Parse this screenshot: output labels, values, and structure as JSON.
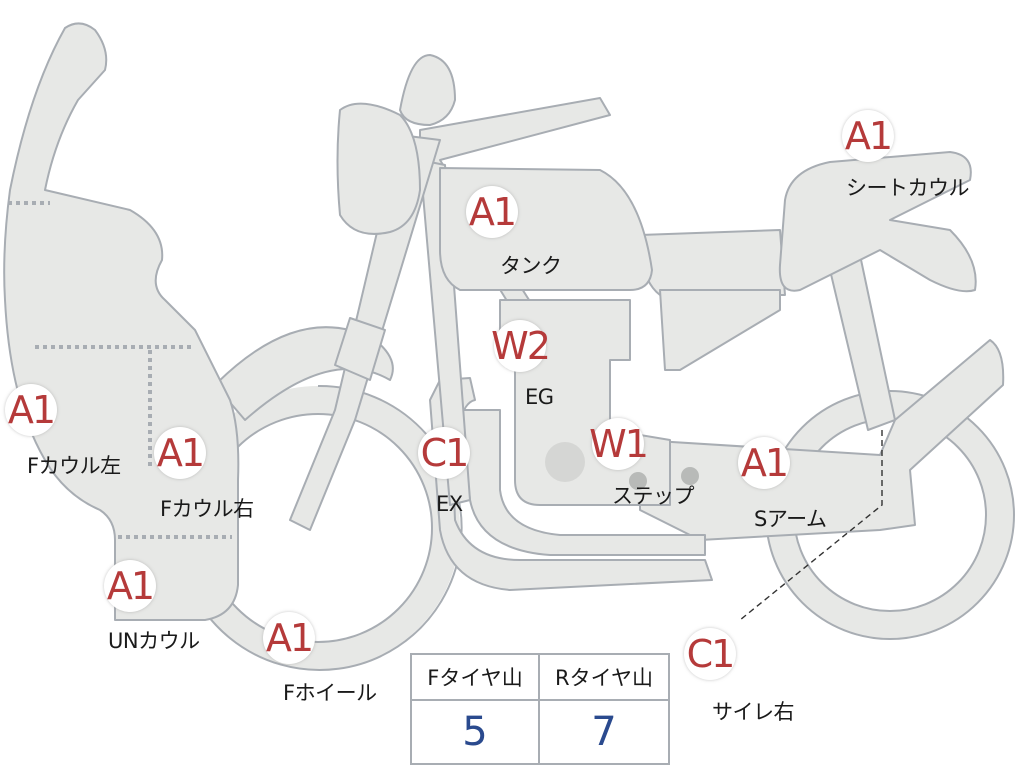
{
  "colors": {
    "part_fill": "#e7e8e6",
    "part_stroke": "#a8adb3",
    "dotted_line": "#a8adb3",
    "code_red": "#b53a3a",
    "value_blue": "#2a4a8e",
    "text": "#1a1a1a"
  },
  "parts": [
    {
      "key": "f-cowl-left",
      "code": "A1",
      "label": "Fカウル左"
    },
    {
      "key": "f-cowl-right",
      "code": "A1",
      "label": "Fカウル右"
    },
    {
      "key": "un-cowl",
      "code": "A1",
      "label": "UNカウル"
    },
    {
      "key": "f-wheel",
      "code": "A1",
      "label": "Fホイール"
    },
    {
      "key": "tank",
      "code": "A1",
      "label": "タンク"
    },
    {
      "key": "engine",
      "code": "W2",
      "label": "EG"
    },
    {
      "key": "exhaust",
      "code": "C1",
      "label": "EX"
    },
    {
      "key": "step",
      "code": "W1",
      "label": "ステップ"
    },
    {
      "key": "swing-arm",
      "code": "A1",
      "label": "Sアーム"
    },
    {
      "key": "seat-cowl",
      "code": "A1",
      "label": "シートカウル"
    },
    {
      "key": "silencer-right",
      "code": "C1",
      "label": "サイレ右"
    }
  ],
  "tire_table": {
    "headers": [
      "Fタイヤ山",
      "Rタイヤ山"
    ],
    "values": [
      "5",
      "7"
    ]
  }
}
